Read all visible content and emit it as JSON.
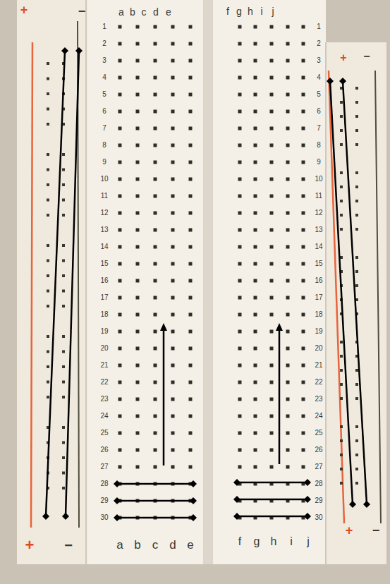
{
  "diagram": {
    "labels": [
      "+",
      "−",
      "a",
      "b",
      "c",
      "d",
      "e",
      "f",
      "g",
      "h",
      "i",
      "j",
      "+",
      "−",
      "1",
      "2",
      "3",
      "4",
      "5",
      "6",
      "7",
      "8",
      "9",
      "10",
      "11",
      "12",
      "13",
      "14",
      "15",
      "16",
      "17",
      "18",
      "19",
      "20",
      "21",
      "22",
      "23",
      "24",
      "25",
      "26",
      "27",
      "28",
      "29",
      "30",
      "1",
      "2",
      "3",
      "4",
      "5",
      "6",
      "7",
      "8",
      "9",
      "10",
      "11",
      "12",
      "13",
      "14",
      "15",
      "16",
      "17",
      "18",
      "19",
      "20",
      "21",
      "22",
      "23",
      "24",
      "25",
      "26",
      "27",
      "28",
      "29",
      "30",
      "+",
      "−",
      "a",
      "b",
      "c",
      "d",
      "e",
      "f",
      "g",
      "h",
      "i",
      "j",
      "+",
      "−"
    ]
  }
}
